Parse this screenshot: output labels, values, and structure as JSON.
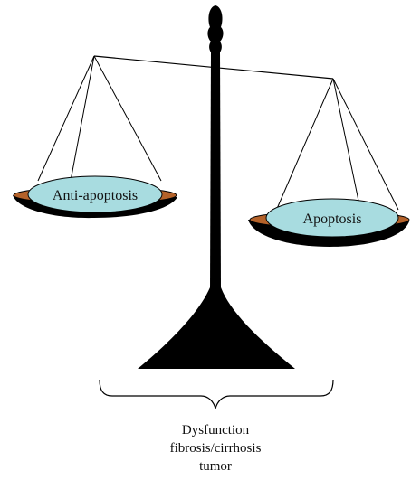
{
  "left_pan": {
    "label": "Anti-apoptosis"
  },
  "right_pan": {
    "label": "Apoptosis"
  },
  "outcome": {
    "lines": [
      "Dysfunction",
      "fibrosis/cirrhosis",
      "tumor"
    ]
  },
  "colors": {
    "pan_fill": "#a8dce0",
    "pan_rim": "#b4622a",
    "scale_body": "#000000",
    "line": "#000000"
  }
}
